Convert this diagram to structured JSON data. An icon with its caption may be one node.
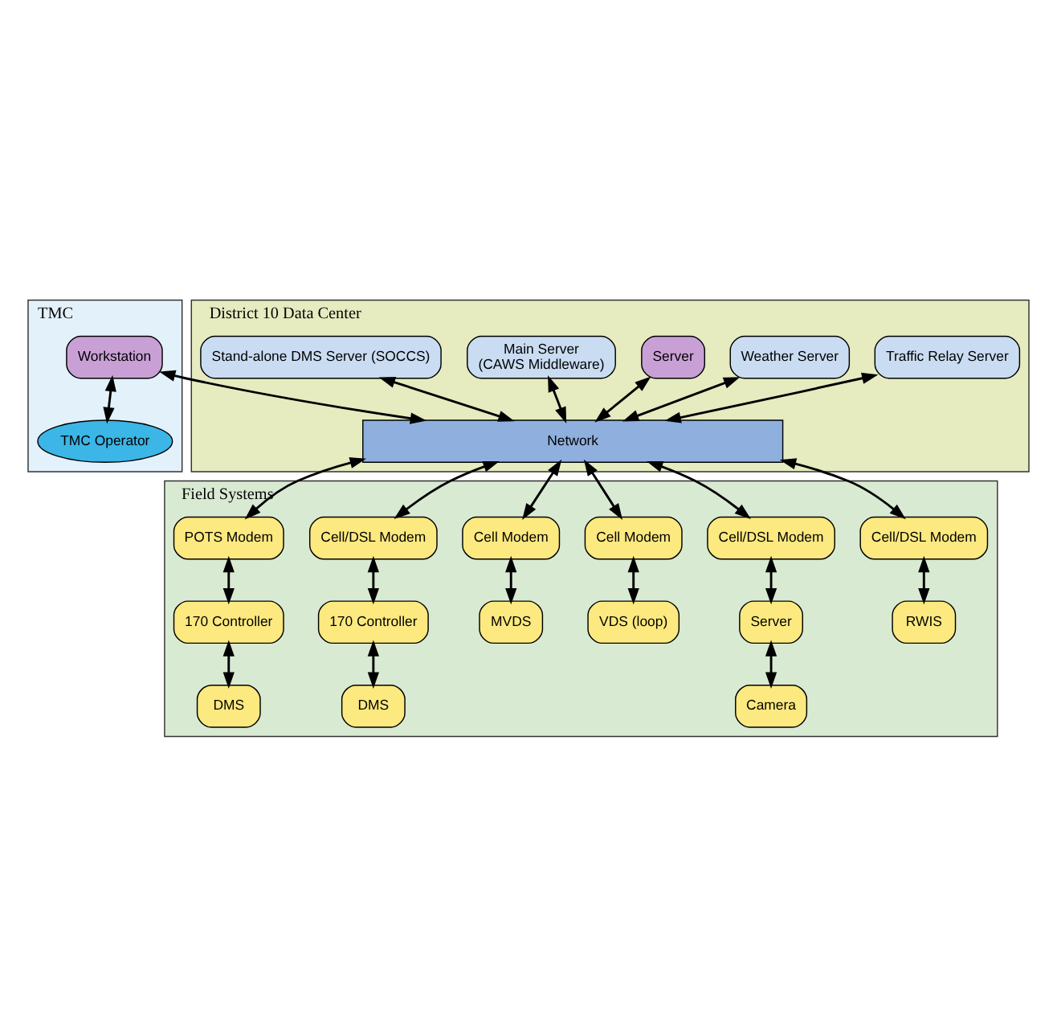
{
  "diagram": {
    "nodes": [
      {
        "text": [
          "TMC"
        ]
      },
      {
        "text": [
          "Workstation"
        ],
        "in": 0
      },
      {
        "text": [
          "TMC Operator"
        ],
        "in": 0
      },
      {
        "text": [
          "District 10 Data Center"
        ]
      },
      {
        "text": [
          "Traffic Relay Server"
        ],
        "in": 3
      },
      {
        "text": [
          "Weather Server"
        ],
        "in": 3
      },
      {
        "text": [
          "Network"
        ],
        "in": 3
      },
      {
        "text": [
          "Server"
        ],
        "in": 3
      },
      {
        "text": [
          "Main Server",
          "(CAWS Middleware)"
        ],
        "in": 3
      },
      {
        "text": [
          "Stand-alone DMS Server (SOCCS)"
        ],
        "in": 3
      },
      {
        "text": [
          "Field Systems"
        ]
      },
      {
        "text": [
          "Cell/DSL Modem"
        ],
        "in": 10
      },
      {
        "text": [
          "RWIS"
        ],
        "in": 10
      },
      {
        "text": [
          "Cell/DSL Modem"
        ],
        "in": 10
      },
      {
        "text": [
          "Server"
        ],
        "in": 10
      },
      {
        "text": [
          "Camera"
        ],
        "in": 10
      },
      {
        "text": [
          "Cell Modem"
        ],
        "in": 10
      },
      {
        "text": [
          "VDS (loop)"
        ],
        "in": 10
      },
      {
        "text": [
          "Cell Modem"
        ],
        "in": 10
      },
      {
        "text": [
          "MVDS"
        ],
        "in": 10
      },
      {
        "text": [
          "Cell/DSL Modem"
        ],
        "in": 10
      },
      {
        "text": [
          "170 Controller"
        ],
        "in": 10
      },
      {
        "text": [
          "DMS"
        ],
        "in": 10
      },
      {
        "text": [
          "POTS Modem"
        ],
        "in": 10
      },
      {
        "text": [
          "170 Controller"
        ],
        "in": 10
      },
      {
        "text": [
          "DMS"
        ],
        "in": 10
      }
    ],
    "edges": [
      {
        "from": 1,
        "to": 2,
        "arrow": "both"
      },
      {
        "from": 1,
        "to": 6,
        "arrow": "both"
      },
      {
        "from": 6,
        "to": 4,
        "arrow": "both"
      },
      {
        "from": 6,
        "to": 5,
        "arrow": "both"
      },
      {
        "from": 6,
        "to": 7,
        "arrow": "both"
      },
      {
        "from": 6,
        "to": 8,
        "arrow": "both"
      },
      {
        "from": 6,
        "to": 9,
        "arrow": "both"
      },
      {
        "from": 6,
        "to": 11,
        "arrow": "both"
      },
      {
        "from": 6,
        "to": 13,
        "arrow": "both"
      },
      {
        "from": 6,
        "to": 16,
        "arrow": "both"
      },
      {
        "from": 6,
        "to": 18,
        "arrow": "both"
      },
      {
        "from": 6,
        "to": 20,
        "arrow": "both"
      },
      {
        "from": 6,
        "to": 23,
        "arrow": "both"
      },
      {
        "from": 11,
        "to": 12,
        "arrow": "both"
      },
      {
        "from": 13,
        "to": 14,
        "arrow": "both"
      },
      {
        "from": 14,
        "to": 15,
        "arrow": "both"
      },
      {
        "from": 16,
        "to": 17,
        "arrow": "both"
      },
      {
        "from": 18,
        "to": 19,
        "arrow": "both"
      },
      {
        "from": 20,
        "to": 21,
        "arrow": "both"
      },
      {
        "from": 21,
        "to": 22,
        "arrow": "both"
      },
      {
        "from": 23,
        "to": 24,
        "arrow": "both"
      },
      {
        "from": 24,
        "to": 25,
        "arrow": "both"
      }
    ]
  }
}
